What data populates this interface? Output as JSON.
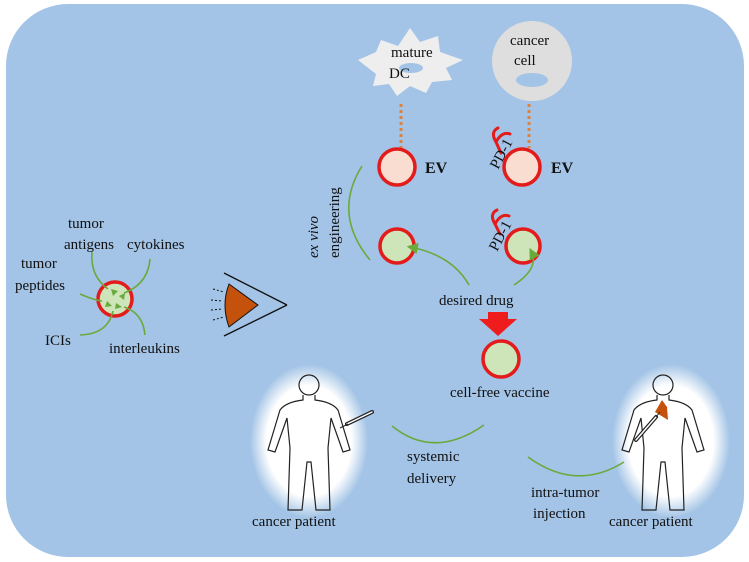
{
  "labels": {
    "mature_dc": [
      "mature",
      "DC"
    ],
    "cancer_cell": [
      "cancer",
      "cell"
    ],
    "ev": "EV",
    "pd1": "PD-1",
    "ex_vivo": "ex vivo",
    "engineering": "engineering",
    "desired_drug": "desired drug",
    "cell_free_vaccine": "cell-free vaccine",
    "tumor_antigens": [
      "tumor",
      "antigens"
    ],
    "cytokines": "cytokines",
    "tumor_peptides": [
      "tumor",
      "peptides"
    ],
    "icis": "ICIs",
    "interleukins": "interleukins",
    "systemic_delivery": [
      "systemic",
      "delivery"
    ],
    "intra_tumor_injection": [
      "intra-tumor",
      "injection"
    ],
    "cancer_patient": "cancer patient"
  },
  "colors": {
    "panel": "#a3c4e6",
    "ev_red": "#e31b1b",
    "ev_fill": "#f9ddd0",
    "loaded_fill": "#cde5b9",
    "arrow_green": "#6aaa3c",
    "big_arrow": "#ee1c1c",
    "dotted": "#e0823c",
    "dc_fill": "#eeeeee",
    "cancer_cell_fill": "#dedede",
    "nucleus": "#a3c4e6",
    "tumor_orange": "#c4520c"
  }
}
